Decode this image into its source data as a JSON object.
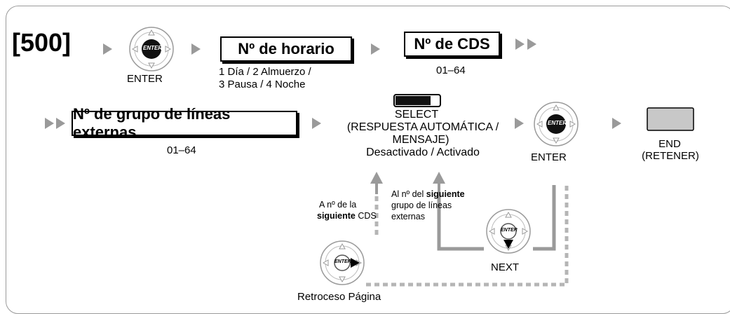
{
  "command": "[500]",
  "schedule": {
    "box_label": "Nº de horario",
    "options_line1": "1 Día / 2 Almuerzo /",
    "options_line2": "3 Pausa / 4 Noche"
  },
  "cds": {
    "box_label": "Nº de CDS",
    "range": "01–64"
  },
  "trunk_group": {
    "box_label": "Nº de grupo de líneas externas",
    "range": "01–64"
  },
  "select": {
    "line1": "SELECT",
    "line2": "(RESPUESTA AUTOMÁTICA /",
    "line3": "MENSAJE)",
    "line4": "Desactivado / Activado"
  },
  "navigator": {
    "center_label": "ENTER",
    "enter_caption": "ENTER"
  },
  "end": {
    "line1": "END",
    "line2": "(RETENER)"
  },
  "notes": {
    "next_cds_line1": "A nº de la",
    "next_cds_bold": "siguiente",
    "next_cds_tail": "CDS",
    "next_group_prefix": "Al nº del",
    "next_group_bold": "siguiente",
    "next_group_line2": "grupo de líneas",
    "next_group_line3": "externas"
  },
  "next_caption": "NEXT",
  "page_back_caption": "Retroceso Página",
  "colors": {
    "arrow": "#999999",
    "key_fill": "#c8c8c8",
    "frame": "#9a9a9a"
  }
}
